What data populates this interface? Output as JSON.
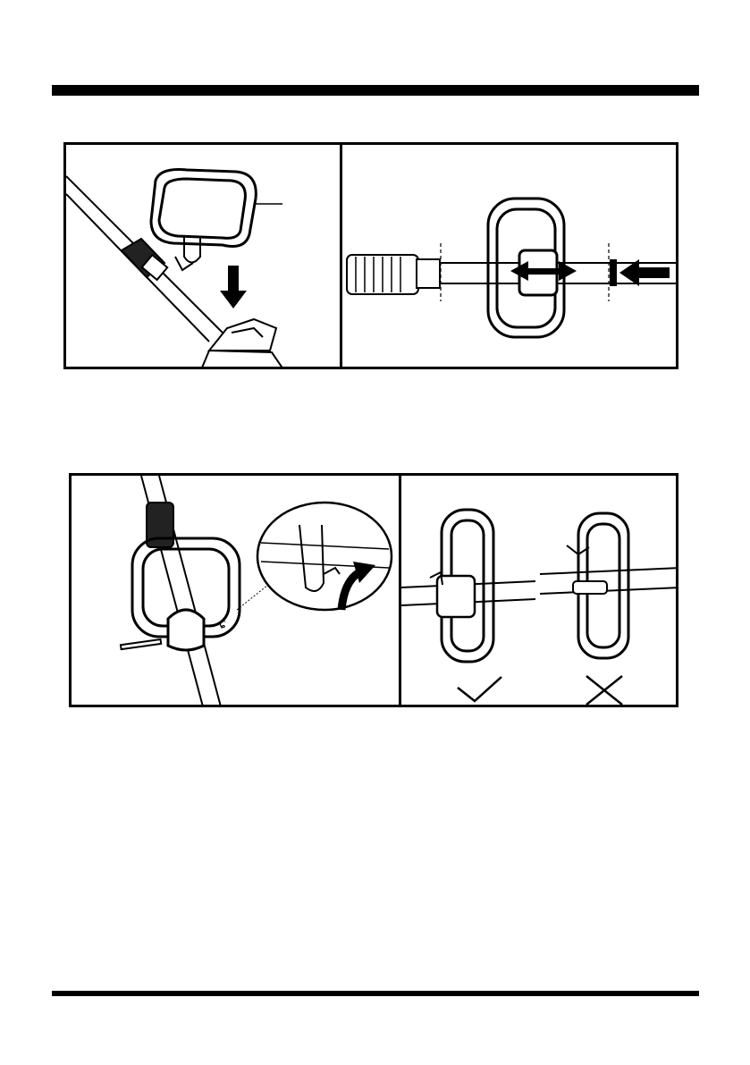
{
  "page": {
    "background": "#ffffff",
    "ink": "#000000"
  },
  "figures": {
    "top": {
      "panels": [
        {
          "name": "handle-placement",
          "icons": [
            "loop-handle-icon",
            "shaft-icon",
            "down-arrow-icon",
            "callout-line"
          ]
        },
        {
          "name": "handle-position",
          "icons": [
            "loop-handle-icon",
            "grip-icon",
            "double-arrow-icon",
            "left-arrow-icon"
          ]
        }
      ]
    },
    "bottom": {
      "panels": [
        {
          "name": "handle-fastening",
          "icons": [
            "loop-handle-icon",
            "bolt-icon",
            "wing-nut-icon",
            "rotate-arrow-icon",
            "detail-magnifier"
          ]
        },
        {
          "name": "orientation-comparison",
          "icons": [
            "check-mark-icon",
            "cross-mark-icon"
          ]
        }
      ]
    }
  }
}
